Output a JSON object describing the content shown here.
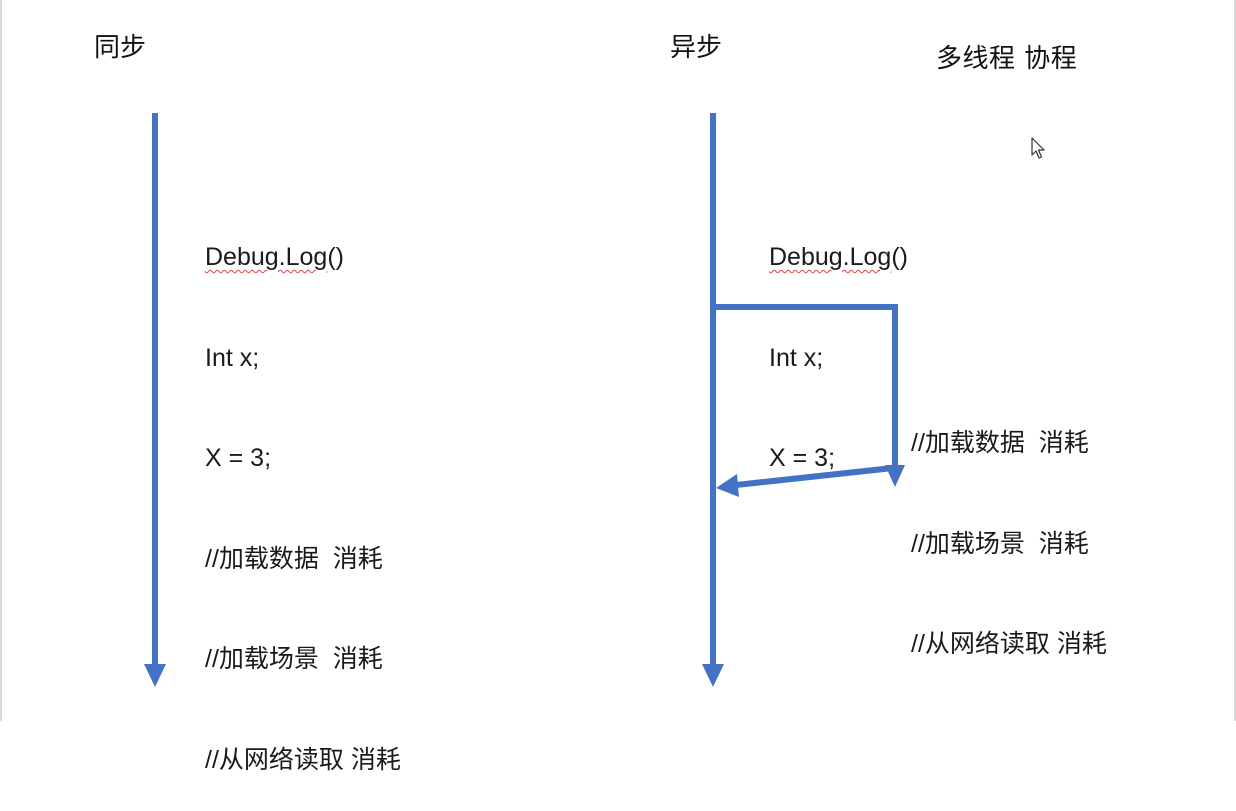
{
  "titles": {
    "sync": "同步",
    "async": "异步",
    "threading": "多线程  协程"
  },
  "sync_block": {
    "lines": [
      {
        "prefix": "",
        "squiggle": "Debug.Log",
        "suffix": "()"
      },
      {
        "prefix": "Int x;",
        "squiggle": "",
        "suffix": ""
      },
      {
        "prefix": "X = 3;",
        "squiggle": "",
        "suffix": ""
      },
      {
        "prefix": "//加载数据  消耗",
        "squiggle": "",
        "suffix": ""
      },
      {
        "prefix": "//加载场景  消耗",
        "squiggle": "",
        "suffix": ""
      },
      {
        "prefix": "//从网络读取 消耗",
        "squiggle": "",
        "suffix": ""
      }
    ]
  },
  "async_block": {
    "lines": [
      {
        "prefix": "",
        "squiggle": "Debug.Log",
        "suffix": "()"
      },
      {
        "prefix": "Int x;",
        "squiggle": "",
        "suffix": ""
      },
      {
        "prefix": "X = 3;",
        "squiggle": "",
        "suffix": ""
      }
    ]
  },
  "branch_block": {
    "lines": [
      {
        "prefix": "//加载数据  消耗",
        "squiggle": "",
        "suffix": ""
      },
      {
        "prefix": "//加载场景  消耗",
        "squiggle": "",
        "suffix": ""
      },
      {
        "prefix": "//从网络读取 消耗",
        "squiggle": "",
        "suffix": ""
      }
    ]
  },
  "colors": {
    "arrow": "#4472c4",
    "text": "#1a1a1a",
    "squiggle": "#d94040"
  },
  "icons": {
    "cursor": "mouse-pointer-icon"
  }
}
